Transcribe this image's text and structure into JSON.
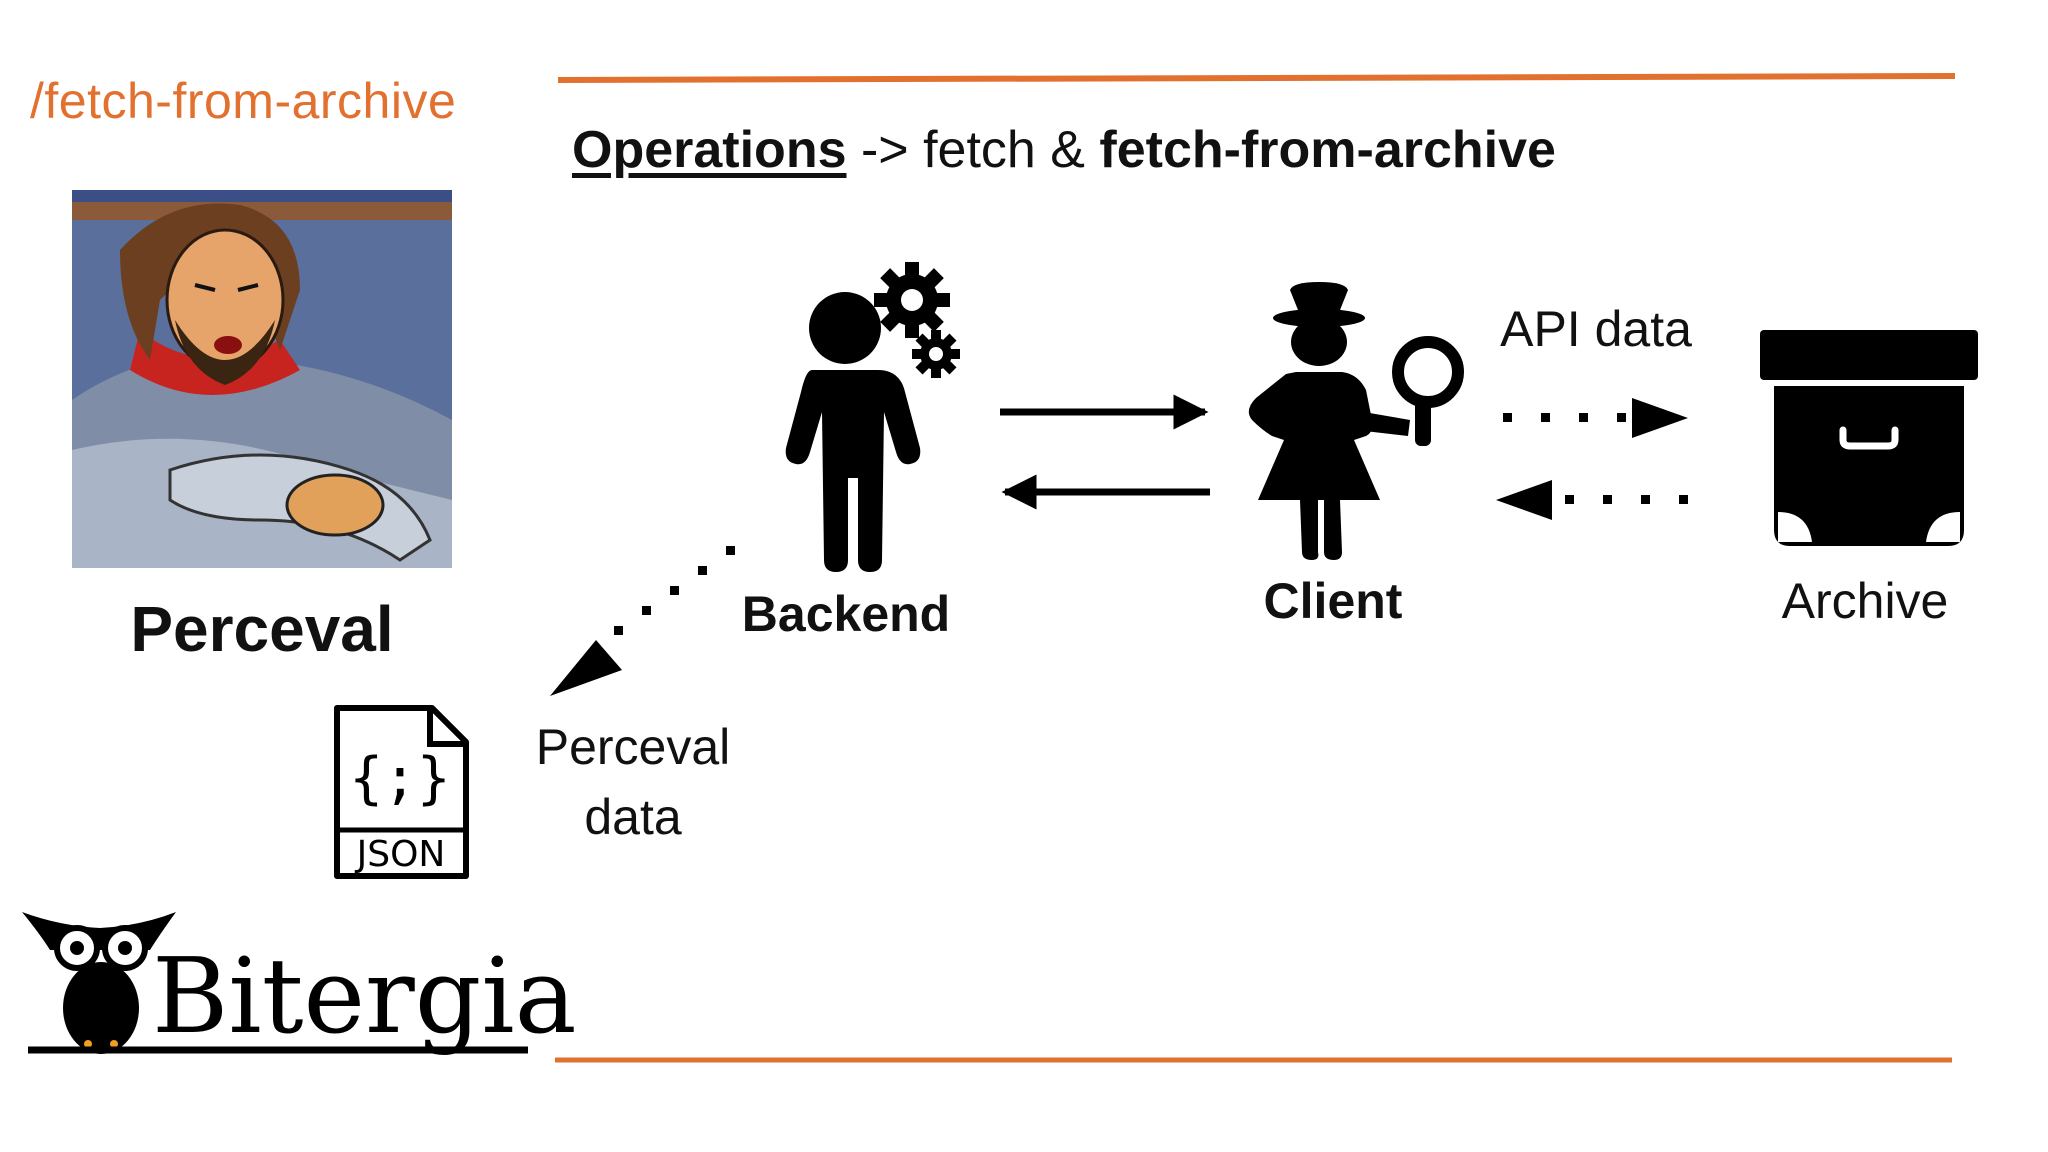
{
  "route": "/fetch-from-archive",
  "heading": {
    "operations": "Operations",
    "arrow_text": " -> fetch & ",
    "target": "fetch-from-archive"
  },
  "perceval_label": "Perceval",
  "nodes": {
    "backend": "Backend",
    "client": "Client",
    "archive": "Archive"
  },
  "edge_labels": {
    "api_data": "API data",
    "perceval_data_line1": "Perceval",
    "perceval_data_line2": "data"
  },
  "json_icon_text": "JSON",
  "json_icon_braces": "{;}",
  "logo_text": "Bitergia",
  "colors": {
    "accent": "#e2702f",
    "ink": "#000000"
  },
  "icons": [
    "perceval-portrait",
    "backend-person-gears-icon",
    "client-detective-icon",
    "archive-box-icon",
    "json-file-icon",
    "bitergia-owl-logo"
  ]
}
